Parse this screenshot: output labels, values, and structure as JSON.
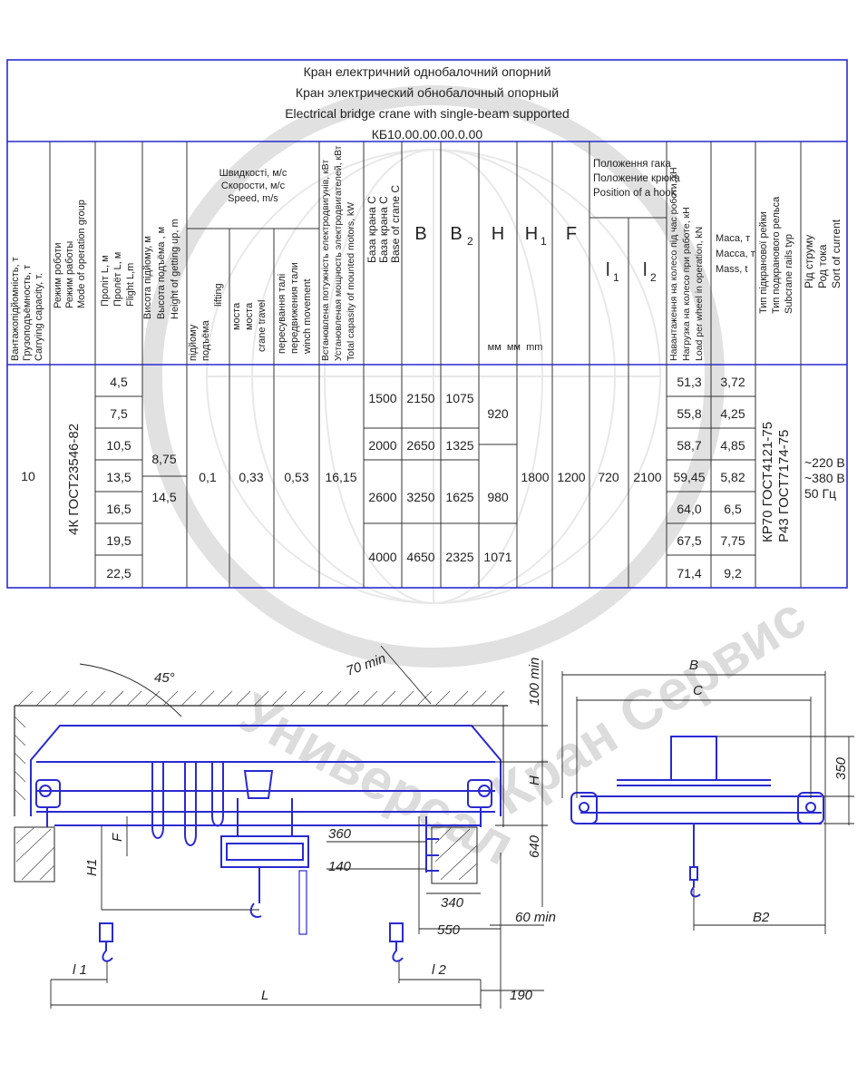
{
  "title": {
    "line_ua": "Кран електричний однобалочний опорний",
    "line_ru": "Кран электрический обнобалочный опорный",
    "line_en": "Electrical bridge crane with single-beam supported",
    "code": "КБ10.00.00.00.0.00"
  },
  "watermark": {
    "text_left": "Универсал",
    "text_right": "Кран Сервис"
  },
  "headers": {
    "capacity": [
      "Вантажопідйомність, т",
      "Грузоподъёмность, т",
      "Carrying capacity, т."
    ],
    "mode": [
      "Режим роботи",
      "Режим работы",
      "Mode of operation group"
    ],
    "span": [
      "Пролiт L, м",
      "Пролёт L, м",
      "Flight L,m"
    ],
    "lift_height": [
      "Висота підйому, м",
      "Высота подъёма , м",
      "Height of getting up, m"
    ],
    "speeds_title": [
      "Швидкості, м/с",
      "Скорости, м/с",
      "Speed, m/s"
    ],
    "speed_lift": [
      "підйому",
      "подъёма",
      "lifting"
    ],
    "speed_bridge": [
      "моста",
      "моста",
      "crane travel"
    ],
    "speed_winch": [
      "пересування талі",
      "передвижения тали",
      "winch movement"
    ],
    "power": [
      "Встановлена потужність електродвигунів, кВт",
      "Установленая мощность электродвигателей, кВт",
      "Total capasity of mounted motors, kW"
    ],
    "base": [
      "База крана С",
      "База крана С",
      "Base of crane C"
    ],
    "B": "B",
    "B2": "B",
    "B2_sub": "2",
    "H": "H",
    "H1": "H",
    "H1_sub": "1",
    "F": "F",
    "hook_pos": [
      "Положення гака",
      "Положение крюка",
      "Position of a hook"
    ],
    "l1": "l",
    "l1_sub": "1",
    "l2": "l",
    "l2_sub": "2",
    "units": "мм  мм  mm",
    "wheel_load": [
      "Навантаження на колесо під час роботи, кН",
      "Нагрузка на колесо при работе, кН",
      "Load per wheel in operation, kN"
    ],
    "mass": [
      "Маса, т",
      "Масса, т",
      "Mass, t"
    ],
    "rail": [
      "Тип підкранової рейки",
      "Тип подкранового рельса",
      "Subcrane rails typ"
    ],
    "current": [
      "Рід струму",
      "Род тока",
      "Sort of current"
    ]
  },
  "data": {
    "capacity": "10",
    "mode": "4К ГОСТ23546-82",
    "spans": [
      "4,5",
      "7,5",
      "10,5",
      "13,5",
      "16,5",
      "19,5",
      "22,5"
    ],
    "lift_height_a": "8,75",
    "lift_height_b": "14,5",
    "speed_lift": "0,1",
    "speed_bridge": "0,33",
    "speed_winch": "0,53",
    "power": "16,15",
    "base": [
      "1500",
      "2000",
      "2600",
      "4000"
    ],
    "B": [
      "2150",
      "2650",
      "3250",
      "4650"
    ],
    "B2": [
      "1075",
      "1325",
      "1625",
      "2325"
    ],
    "H": [
      "920",
      "980",
      "1071"
    ],
    "H1": "1800",
    "F": "1200",
    "l1": "720",
    "l2": "2100",
    "wheel_load": [
      "51,3",
      "55,8",
      "58,7",
      "59,45",
      "64,0",
      "67,5",
      "71,4"
    ],
    "mass": [
      "3,72",
      "4,25",
      "4,85",
      "5,82",
      "6,5",
      "7,75",
      "9,2"
    ],
    "rail": [
      "КР70 ГОСТ4121-75",
      "Р43  ГОСТ7174-75"
    ],
    "current": [
      "~220 В",
      "~380 В",
      "50 Гц"
    ]
  },
  "drawing": {
    "angle": "45°",
    "d70": "70 min",
    "d100": "100 min",
    "H": "H",
    "F": "F",
    "H1": "H1",
    "d640": "640",
    "d360": "360",
    "d140": "140",
    "d340": "340",
    "d550": "550",
    "d60": "60 min",
    "d190": "190",
    "L": "L",
    "l1": "l 1",
    "l2": "l 2",
    "B": "B",
    "C": "C",
    "B2": "B2",
    "d350": "350"
  },
  "colors": {
    "blue": "#2a2ad0",
    "line": "#222222",
    "watermark": "#d9d9d9"
  }
}
